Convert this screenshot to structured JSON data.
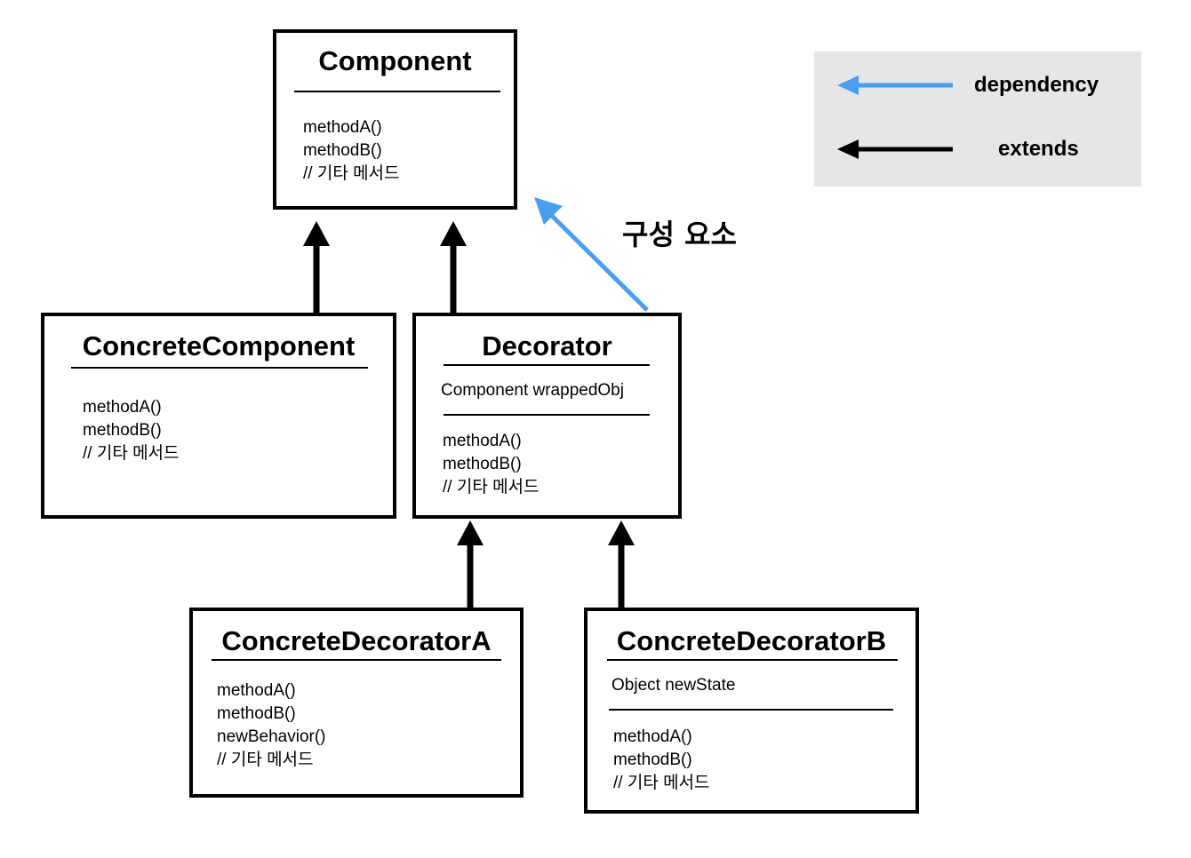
{
  "component": {
    "title": "Component",
    "methods": [
      "methodA()",
      "methodB()",
      "// 기타 메서드"
    ]
  },
  "concrete_component": {
    "title": "ConcreteComponent",
    "methods": [
      "methodA()",
      "methodB()",
      "// 기타 메서드"
    ]
  },
  "decorator": {
    "title": "Decorator",
    "field": "Component wrappedObj",
    "methods": [
      "methodA()",
      "methodB()",
      "// 기타 메서드"
    ]
  },
  "concrete_decorator_a": {
    "title": "ConcreteDecoratorA",
    "methods": [
      "methodA()",
      "methodB()",
      "newBehavior()",
      "// 기타 메서드"
    ]
  },
  "concrete_decorator_b": {
    "title": "ConcreteDecoratorB",
    "field": "Object newState",
    "methods": [
      "methodA()",
      "methodB()",
      "// 기타 메서드"
    ]
  },
  "composition_label": "구성 요소",
  "legend": {
    "dependency_label": "dependency",
    "extends_label": "extends",
    "dependency_color": "#4a9ef0",
    "extends_color": "#000000"
  }
}
